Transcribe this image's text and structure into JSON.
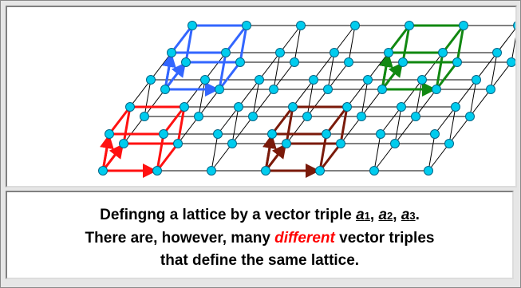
{
  "caption": {
    "line1_prefix": "Defingng a lattice by a vector triple ",
    "vec_letter": "a",
    "sub1": "1",
    "sub2": "2",
    "sub3": "3",
    "comma": ", ",
    "period": ".",
    "line2_prefix": "There are, however, many ",
    "line2_emph": "different",
    "line2_suffix": " vector triples",
    "line3": "that define the same lattice."
  },
  "colors": {
    "lattice_line": "#000000",
    "atom_fill": "#00ccee",
    "atom_stroke": "#006688",
    "cell_blue": "#3366ff",
    "cell_green": "#118811",
    "cell_red": "#ff1111",
    "cell_brown": "#7a1a0a",
    "emphasis": "#ff0000"
  }
}
